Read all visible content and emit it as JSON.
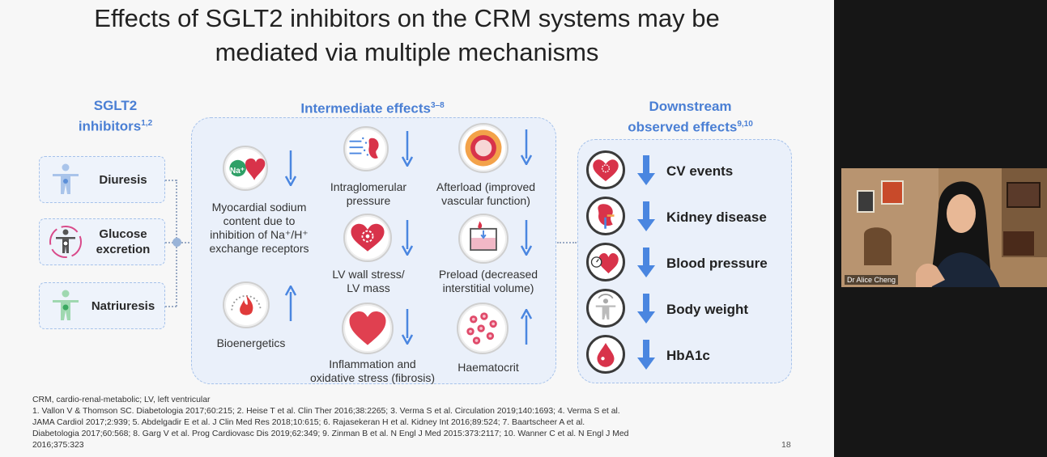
{
  "slide": {
    "title_line1": "Effects of SGLT2 inhibitors on the CRM systems may be",
    "title_line2": "mediated via multiple mechanisms",
    "col_left": {
      "line1": "SGLT2",
      "line2": "inhibitors",
      "sup": "1,2"
    },
    "col_mid": {
      "label": "Intermediate effects",
      "sup": "3–8"
    },
    "col_right": {
      "line1": "Downstream",
      "line2": "observed effects",
      "sup": "9,10"
    },
    "inhibitors": [
      {
        "label": "Diuresis",
        "icon": "body-figure-icon"
      },
      {
        "label": "Glucose excretion",
        "icon": "body-cycle-icon"
      },
      {
        "label": "Natriuresis",
        "icon": "body-green-icon"
      }
    ],
    "intermediate": {
      "myocardial": {
        "line1": "Myocardial sodium",
        "line2": "content due to",
        "line3": "inhibition of Na⁺/H⁺",
        "line4": "exchange receptors",
        "badge": "Na⁺",
        "direction": "down"
      },
      "bioenergetics": {
        "label": "Bioenergetics",
        "direction": "up"
      },
      "intraglomerular": {
        "line1": "Intraglomerular",
        "line2": "pressure",
        "direction": "down"
      },
      "lv_wall": {
        "line1": "LV wall stress/",
        "line2": "LV mass",
        "direction": "down"
      },
      "inflammation": {
        "line1": "Inflammation and",
        "line2": "oxidative stress (fibrosis)",
        "direction": "down"
      },
      "afterload": {
        "line1": "Afterload (improved",
        "line2": "vascular function)",
        "direction": "down"
      },
      "preload": {
        "line1": "Preload (decreased",
        "line2": "interstitial volume)",
        "direction": "down"
      },
      "haematocrit": {
        "label": "Haematocrit",
        "direction": "up"
      }
    },
    "downstream": [
      {
        "label": "CV events",
        "icon": "heart-gear-icon",
        "direction": "down"
      },
      {
        "label": "Kidney disease",
        "icon": "kidney-icon",
        "direction": "down"
      },
      {
        "label": "Blood pressure",
        "icon": "heart-bp-icon",
        "direction": "down"
      },
      {
        "label": "Body weight",
        "icon": "body-scale-icon",
        "direction": "down"
      },
      {
        "label": "HbA1c",
        "icon": "blood-drop-icon",
        "direction": "down"
      }
    ],
    "footnote_abbr": "CRM, cardio-renal-metabolic; LV, left ventricular",
    "refs": [
      "1. Vallon V & Thomson SC. Diabetologia 2017;60:215; 2. Heise T et al. Clin Ther 2016;38:2265; 3. Verma S et al. Circulation 2019;140:1693; 4. Verma S et al.",
      "JAMA Cardiol 2017;2:939; 5. Abdelgadir E et al. J Clin Med Res 2018;10:615; 6. Rajasekeran H et al. Kidney Int 2016;89:524; 7. Baartscheer A et al.",
      "Diabetologia 2017;60:568; 8. Garg V et al. Prog Cardiovasc Dis 2019;62:349; 9. Zinman B et al. N Engl J Med 2015:373:2117; 10. Wanner C et al. N Engl J Med",
      "2016;375:323"
    ],
    "page_number": "18"
  },
  "video": {
    "participant_name": "Dr Alice Cheng"
  },
  "colors": {
    "accent_blue": "#4a7fd4",
    "arrow_blue": "#4a86e0",
    "panel_fill": "#eaf0fa",
    "heart_red": "#d8334a"
  }
}
